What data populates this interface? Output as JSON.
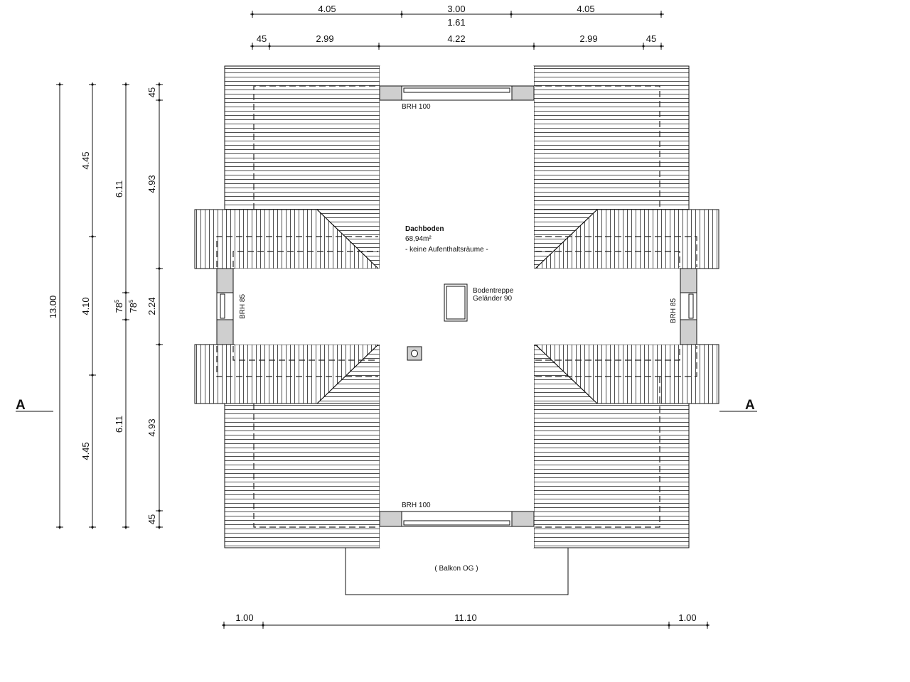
{
  "dims": {
    "top1": [
      "4.05",
      "3.00",
      "4.05"
    ],
    "top1_sub": "1.61",
    "top2": [
      "45",
      "2.99",
      "4.22",
      "2.99",
      "45"
    ],
    "bottom": [
      "1.00",
      "11.10",
      "1.00"
    ],
    "left_total": "13.00",
    "left2": [
      "4.45",
      "4.10",
      "4.45"
    ],
    "left3": [
      "6.11",
      "78",
      "78",
      "6.11"
    ],
    "left3_sup": "5",
    "left4": [
      "45",
      "4.93",
      "2.24",
      "4.93",
      "45"
    ]
  },
  "section": {
    "left": "A",
    "right": "A"
  },
  "room": {
    "name": "Dachboden",
    "area": "68,94m²",
    "note": "- keine Aufenthaltsräume -"
  },
  "labels": {
    "window_top": "BRH 100",
    "window_bottom": "BRH 100",
    "window_left": "BRH 85",
    "window_right": "BRH 85",
    "stair_line1": "Bodentreppe",
    "stair_line2": "Geländer 90",
    "balcony": "( Balkon OG )"
  }
}
